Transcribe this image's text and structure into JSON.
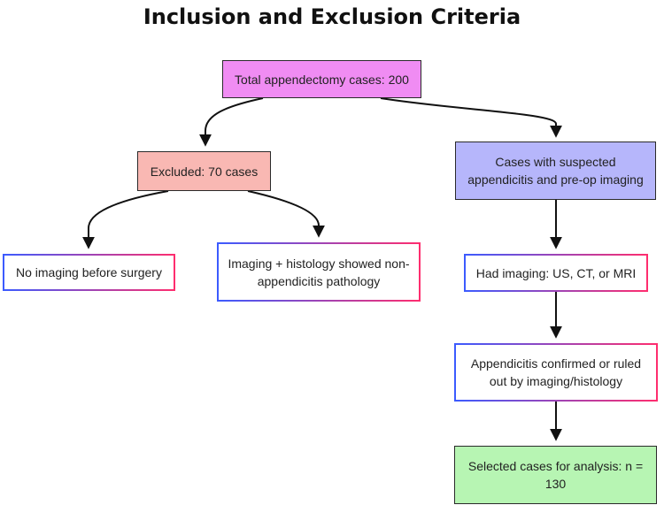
{
  "title": "Inclusion and Exclusion Criteria",
  "nodes": {
    "total": "Total appendectomy cases: 200",
    "excluded": "Excluded: 70 cases",
    "suspected": "Cases with suspected appendicitis and pre-op imaging",
    "no_imaging": "No imaging before surgery",
    "imaging_histology": "Imaging + histology showed non-appendicitis pathology",
    "had_imaging": "Had imaging: US, CT, or MRI",
    "confirmed": "Appendicitis confirmed or ruled out by imaging/histology",
    "selected": "Selected cases for analysis: n = 130"
  },
  "colors": {
    "total_fill": "#f08cf3",
    "excluded_fill": "#f9b8b3",
    "suspected_fill": "#b6b6fb",
    "selected_fill": "#b7f5b3",
    "gradient_border_start": "#3b5bff",
    "gradient_border_end": "#ff2d6e"
  }
}
